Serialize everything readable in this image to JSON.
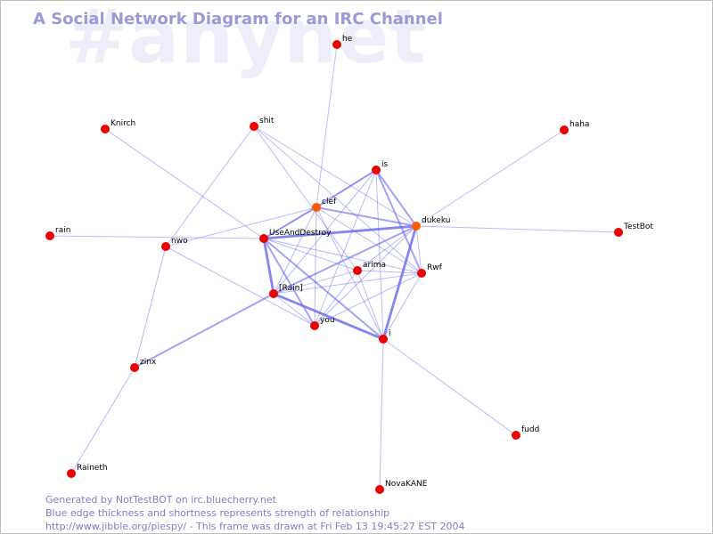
{
  "watermark": "#anynet",
  "title": "A Social Network Diagram for an IRC Channel",
  "footer": {
    "line1": "Generated by NotTestBOT on irc.bluecherry.net",
    "line2": "Blue edge thickness and shortness represents strength of relationship",
    "line3": "http://www.jibble.org/piespy/ - This frame was drawn at Fri Feb 13 19:45:27 EST 2004"
  },
  "colors": {
    "node": "#ee0000",
    "node_highlight": "#ff5a00",
    "edge": "#6666ee",
    "title": "#9a9ad8",
    "watermark": "#eeeefa"
  },
  "nodes": [
    {
      "id": "he",
      "label": "he"
    },
    {
      "id": "Knirch",
      "label": "Knirch"
    },
    {
      "id": "shit",
      "label": "shit"
    },
    {
      "id": "haha",
      "label": "haha"
    },
    {
      "id": "is",
      "label": "is"
    },
    {
      "id": "clef",
      "label": "clef"
    },
    {
      "id": "dukeku",
      "label": "dukeku"
    },
    {
      "id": "TestBot",
      "label": "TestBot"
    },
    {
      "id": "rain",
      "label": "rain"
    },
    {
      "id": "nwo",
      "label": "nwo"
    },
    {
      "id": "UseAndDestroy",
      "label": "UseAndDestroy"
    },
    {
      "id": "arima",
      "label": "arima"
    },
    {
      "id": "Rwf",
      "label": "Rwf"
    },
    {
      "id": "Rain",
      "label": "[Rain]"
    },
    {
      "id": "you",
      "label": "you"
    },
    {
      "id": "i",
      "label": "i"
    },
    {
      "id": "zinx",
      "label": "zinx"
    },
    {
      "id": "fudd",
      "label": "fudd"
    },
    {
      "id": "Raineth",
      "label": "Raineth"
    },
    {
      "id": "NovaKANE",
      "label": "NovaKANE"
    }
  ],
  "edges": [
    {
      "from": "he",
      "to": "clef",
      "strength": 1
    },
    {
      "from": "Knirch",
      "to": "UseAndDestroy",
      "strength": 1
    },
    {
      "from": "shit",
      "to": "nwo",
      "strength": 1
    },
    {
      "from": "shit",
      "to": "dukeku",
      "strength": 1
    },
    {
      "from": "shit",
      "to": "Rwf",
      "strength": 1
    },
    {
      "from": "shit",
      "to": "arima",
      "strength": 1
    },
    {
      "from": "haha",
      "to": "dukeku",
      "strength": 1
    },
    {
      "from": "TestBot",
      "to": "dukeku",
      "strength": 1
    },
    {
      "from": "rain",
      "to": "UseAndDestroy",
      "strength": 1
    },
    {
      "from": "nwo",
      "to": "clef",
      "strength": 1
    },
    {
      "from": "nwo",
      "to": "you",
      "strength": 1
    },
    {
      "from": "nwo",
      "to": "zinx",
      "strength": 1
    },
    {
      "from": "zinx",
      "to": "Raineth",
      "strength": 1
    },
    {
      "from": "zinx",
      "to": "Rain",
      "strength": 2
    },
    {
      "from": "i",
      "to": "fudd",
      "strength": 1
    },
    {
      "from": "i",
      "to": "NovaKANE",
      "strength": 1
    },
    {
      "from": "is",
      "to": "clef",
      "strength": 2
    },
    {
      "from": "is",
      "to": "dukeku",
      "strength": 2
    },
    {
      "from": "is",
      "to": "UseAndDestroy",
      "strength": 1
    },
    {
      "from": "is",
      "to": "Rwf",
      "strength": 2
    },
    {
      "from": "is",
      "to": "i",
      "strength": 1
    },
    {
      "from": "is",
      "to": "Rain",
      "strength": 1
    },
    {
      "from": "is",
      "to": "you",
      "strength": 1
    },
    {
      "from": "clef",
      "to": "UseAndDestroy",
      "strength": 2
    },
    {
      "from": "clef",
      "to": "dukeku",
      "strength": 2
    },
    {
      "from": "clef",
      "to": "Rain",
      "strength": 1
    },
    {
      "from": "clef",
      "to": "you",
      "strength": 1
    },
    {
      "from": "clef",
      "to": "Rwf",
      "strength": 1
    },
    {
      "from": "clef",
      "to": "i",
      "strength": 1
    },
    {
      "from": "dukeku",
      "to": "UseAndDestroy",
      "strength": 3
    },
    {
      "from": "dukeku",
      "to": "i",
      "strength": 3
    },
    {
      "from": "dukeku",
      "to": "Rain",
      "strength": 2
    },
    {
      "from": "dukeku",
      "to": "you",
      "strength": 1
    },
    {
      "from": "dukeku",
      "to": "arima",
      "strength": 1
    },
    {
      "from": "dukeku",
      "to": "Rwf",
      "strength": 1
    },
    {
      "from": "UseAndDestroy",
      "to": "Rain",
      "strength": 3
    },
    {
      "from": "UseAndDestroy",
      "to": "i",
      "strength": 2
    },
    {
      "from": "UseAndDestroy",
      "to": "you",
      "strength": 2
    },
    {
      "from": "UseAndDestroy",
      "to": "Rwf",
      "strength": 1
    },
    {
      "from": "UseAndDestroy",
      "to": "arima",
      "strength": 1
    },
    {
      "from": "Rain",
      "to": "i",
      "strength": 3
    },
    {
      "from": "Rain",
      "to": "you",
      "strength": 1
    },
    {
      "from": "Rain",
      "to": "Rwf",
      "strength": 1
    },
    {
      "from": "Rain",
      "to": "arima",
      "strength": 1
    },
    {
      "from": "you",
      "to": "Rwf",
      "strength": 1
    },
    {
      "from": "you",
      "to": "arima",
      "strength": 1
    },
    {
      "from": "i",
      "to": "Rwf",
      "strength": 1
    },
    {
      "from": "i",
      "to": "arima",
      "strength": 1
    },
    {
      "from": "arima",
      "to": "Rwf",
      "strength": 1
    }
  ]
}
